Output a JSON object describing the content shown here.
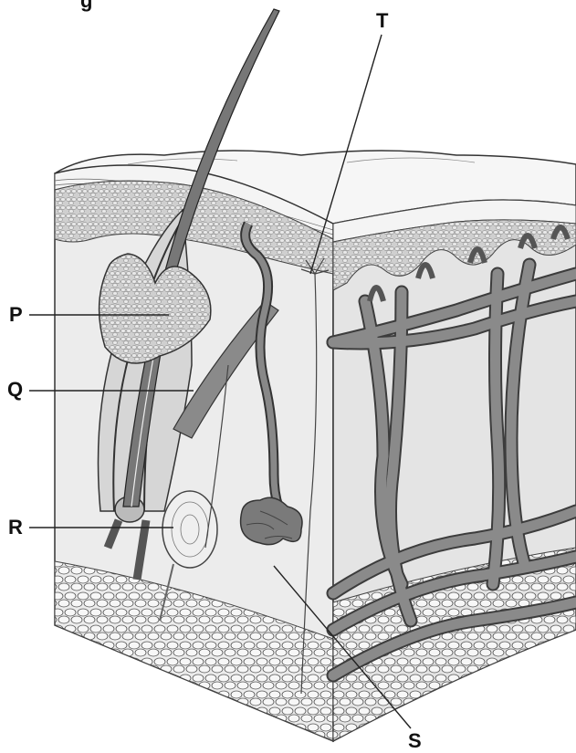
{
  "diagram": {
    "title_fragment": "g",
    "labels": {
      "p": "P",
      "q": "Q",
      "r": "R",
      "s": "S",
      "t": "T"
    },
    "colors": {
      "background": "#ffffff",
      "outline": "#3a3a3a",
      "vessel_fill": "#8a8a8a",
      "gland_fill": "#7a7a7a",
      "dermis_fill": "#e8e8e8",
      "epidermis_fill": "#f2f2f2",
      "fat_fill": "#f7f7f7"
    }
  }
}
